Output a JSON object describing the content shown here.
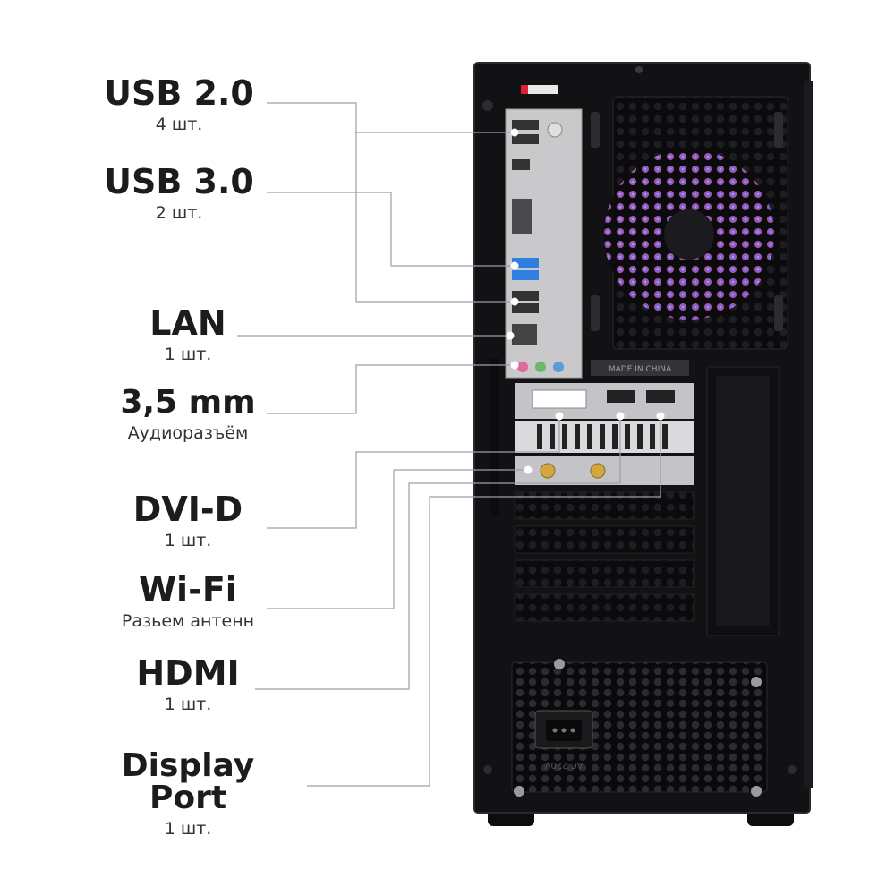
{
  "labels": [
    {
      "id": "usb20",
      "title": "USB 2.0",
      "sub": "4 шт."
    },
    {
      "id": "usb30",
      "title": "USB 3.0",
      "sub": "2 шт."
    },
    {
      "id": "lan",
      "title": "LAN",
      "sub": "1 шт."
    },
    {
      "id": "audio",
      "title": "3,5 mm",
      "sub": "Аудиоразъём"
    },
    {
      "id": "dvi",
      "title": "DVI-D",
      "sub": "1 шт."
    },
    {
      "id": "wifi",
      "title": "Wi-Fi",
      "sub": "Разьем антенн"
    },
    {
      "id": "hdmi",
      "title": "HDMI",
      "sub": "1 шт."
    },
    {
      "id": "dp",
      "title": "Display Port",
      "sub": "1 шт."
    }
  ],
  "case_text": {
    "made_in": "MADE IN CHINA",
    "psu_rating": "AC 220V"
  },
  "colors": {
    "case": "#121214",
    "leader_line": "#9aa0aa",
    "io_plate": "#c9c9cc"
  }
}
